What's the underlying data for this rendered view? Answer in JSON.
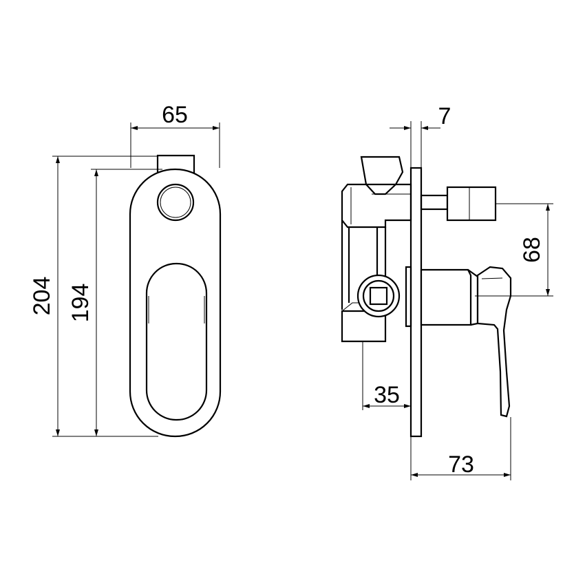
{
  "diagram": {
    "dimensions": {
      "front_width": "65",
      "front_total_height": "204",
      "front_plate_height": "194",
      "side_plate_thickness": "7",
      "side_outlet_offset": "68",
      "side_depth_behind": "35",
      "side_handle_depth": "73"
    }
  }
}
